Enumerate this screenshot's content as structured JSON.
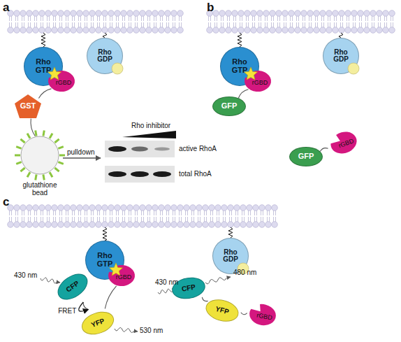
{
  "diagram": {
    "nodes": [
      {
        "text": [
          "Rho GTP"
        ]
      },
      {
        "text": [
          "rGBD"
        ]
      },
      {
        "text": [
          "GST"
        ]
      },
      {
        "text": [
          "glutathione bead"
        ]
      },
      {
        "text": [
          "Rho GDP"
        ]
      },
      {
        "text": [
          "Rho GTP"
        ]
      },
      {
        "text": [
          "rGBD"
        ]
      },
      {
        "text": [
          "GFP"
        ]
      },
      {
        "text": [
          "Rho GDP"
        ]
      },
      {
        "text": [
          "GFP"
        ]
      },
      {
        "text": [
          "rGBD"
        ]
      },
      {
        "text": [
          "Rho GTP"
        ]
      },
      {
        "text": [
          "rGBD"
        ]
      },
      {
        "text": [
          "CFP"
        ]
      },
      {
        "text": [
          "YFP"
        ]
      },
      {
        "text": [
          "Rho GDP"
        ]
      },
      {
        "text": [
          "CFP"
        ]
      },
      {
        "text": [
          "YFP"
        ]
      },
      {
        "text": [
          "rGBD"
        ]
      }
    ],
    "edges": [
      {
        "from": 2,
        "to": 1,
        "arrow": "none"
      },
      {
        "from": 2,
        "to": 3,
        "arrow": "none"
      },
      {
        "from": 7,
        "to": 6,
        "arrow": "none"
      },
      {
        "from": 9,
        "to": 10,
        "arrow": "none"
      },
      {
        "from": 13,
        "to": 14,
        "arrow": "none"
      },
      {
        "from": 14,
        "to": 12,
        "arrow": "none"
      },
      {
        "from": 13,
        "to": 14,
        "label": "FRET",
        "arrow": "to"
      },
      {
        "from": 16,
        "to": 17,
        "arrow": "none"
      },
      {
        "from": 17,
        "to": 18,
        "arrow": "none"
      }
    ],
    "labels": [
      "a",
      "b",
      "c",
      "Rho inhibitor",
      "pulldown",
      "active RhoA",
      "total RhoA",
      "430 nm",
      "530 nm",
      "430 nm",
      "480 nm"
    ]
  }
}
